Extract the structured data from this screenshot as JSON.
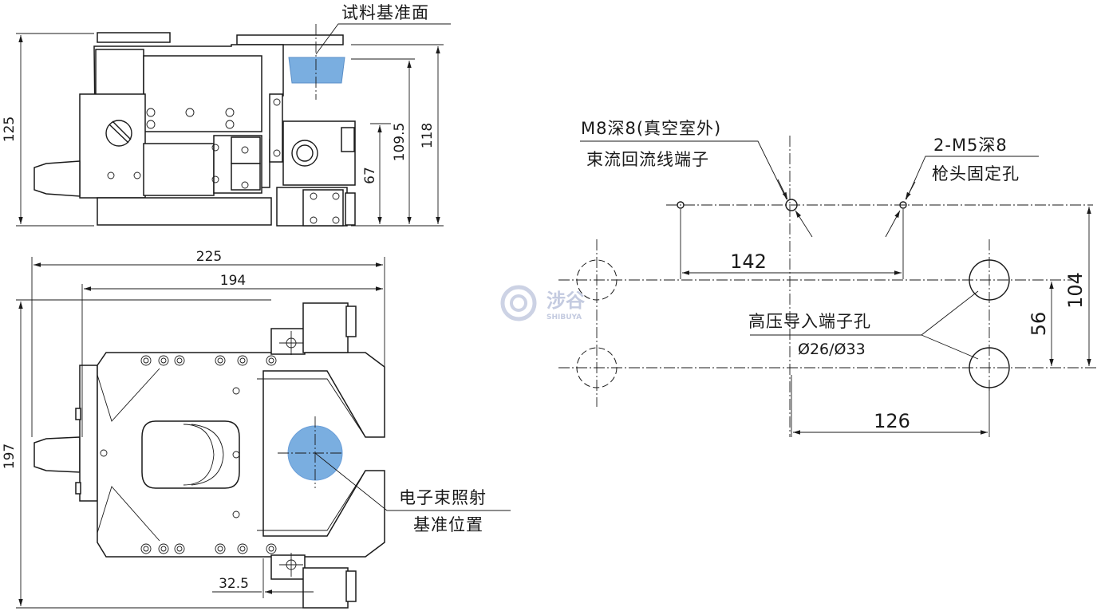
{
  "labels": {
    "sample_ref": "试料基准面",
    "beam_ref_1": "电子束照射",
    "beam_ref_2": "基准位置",
    "m8_1": "M8深8(真空室外)",
    "m8_2": "束流回流线端子",
    "m5_1": "2-M5深8",
    "m5_2": "枪头固定孔",
    "hv_1": "高压导入端子孔",
    "hv_2": "Ø26/Ø33"
  },
  "dims": {
    "d125": "125",
    "d109": "109.5",
    "d118": "118",
    "d67": "67",
    "d225": "225",
    "d194": "194",
    "d197": "197",
    "d325": "32.5",
    "d142": "142",
    "d104": "104",
    "d56": "56",
    "d126": "126"
  },
  "watermark": {
    "text": "涉谷",
    "sub": "SHIBUYA"
  },
  "colors": {
    "line": "#1a1a1a",
    "highlight": "#7aaee0",
    "watermark": "#c4cbe0"
  }
}
